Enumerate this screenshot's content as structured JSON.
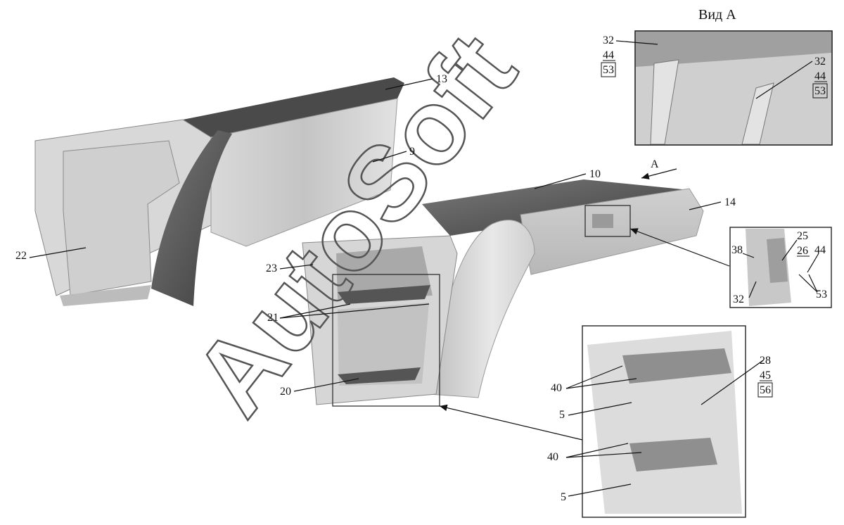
{
  "view_title": "Вид А",
  "view_arrow_label": "А",
  "watermark": "AutoSoft",
  "part_labels": {
    "p13": "13",
    "p9": "9",
    "p22": "22",
    "p10": "10",
    "p14": "14",
    "p23": "23",
    "p21": "21",
    "p20": "20",
    "inset_a_left": [
      "32",
      "44",
      "53"
    ],
    "inset_a_right": [
      "32",
      "44",
      "53"
    ],
    "inset_mount": {
      "p38": "38",
      "p25": "25",
      "p26": "26",
      "p44": "44",
      "p32": "32",
      "p53": "53"
    },
    "inset_steps": {
      "p28": "28",
      "p45": "45",
      "p56": "56",
      "p40a": "40",
      "p5a": "5",
      "p40b": "40",
      "p5b": "5"
    }
  }
}
